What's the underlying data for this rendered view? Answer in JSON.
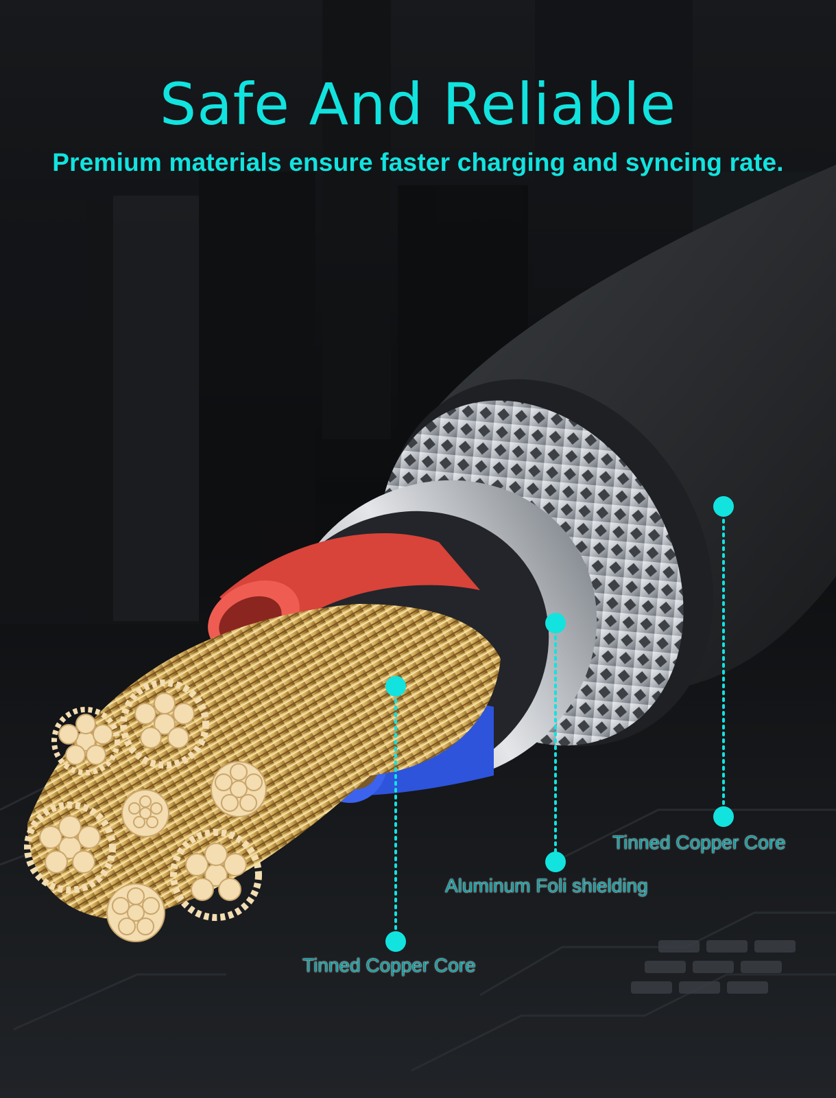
{
  "headline": "Safe And Reliable",
  "subheadline": "Premium materials ensure faster charging and syncing rate.",
  "callouts": [
    {
      "label": "Tinned Copper Core"
    },
    {
      "label": "Aluminum Foli shielding"
    },
    {
      "label": "Tinned Copper Core"
    }
  ],
  "colors": {
    "accent": "#12e3df",
    "label_text": "#0f9ea1",
    "background": "#0b0c0e",
    "jacket": "#2e3033",
    "red_wire": "#e0473a",
    "blue_wire": "#2f56e0",
    "copper": "#c9a24f",
    "strand": "#f3ddb1"
  }
}
